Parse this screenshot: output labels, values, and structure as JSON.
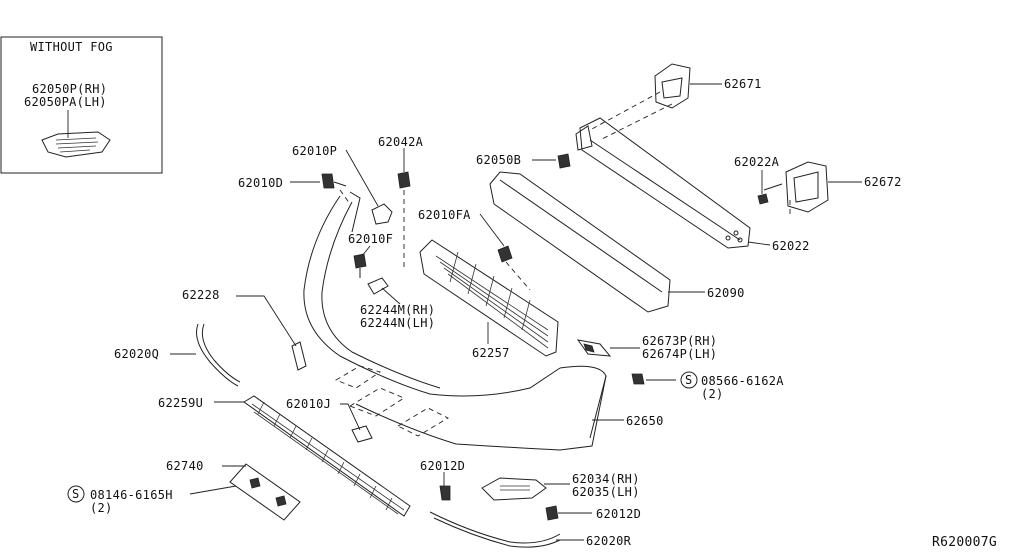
{
  "inset": {
    "title": "WITHOUT FOG",
    "labels": [
      "62050P(RH)",
      "62050PA(LH)"
    ]
  },
  "callouts": {
    "c62671": "62671",
    "c62042A": "62042A",
    "c62010P": "62010P",
    "c62010D": "62010D",
    "c62050B": "62050B",
    "c62022A": "62022A",
    "c62672": "62672",
    "c62010FA": "62010FA",
    "c62010F": "62010F",
    "c62022": "62022",
    "c62228": "62228",
    "c62244M": "62244M(RH)",
    "c62244N": "62244N(LH)",
    "c62090": "62090",
    "c62020Q": "62020Q",
    "c62257": "62257",
    "c62673P": "62673P(RH)",
    "c62674P": "62674P(LH)",
    "c08566": "08566-6162A",
    "c08566q": "(2)",
    "c62259U": "62259U",
    "c62010J": "62010J",
    "c62650": "62650",
    "c62012D_a": "62012D",
    "c62740": "62740",
    "c62034": "62034(RH)",
    "c62035": "62035(LH)",
    "c08146": "08146-6165H",
    "c08146q": "(2)",
    "c62012D_b": "62012D",
    "c62020R": "62020R",
    "s1": "S",
    "s2": "S"
  },
  "diagram_code": "R620007G"
}
